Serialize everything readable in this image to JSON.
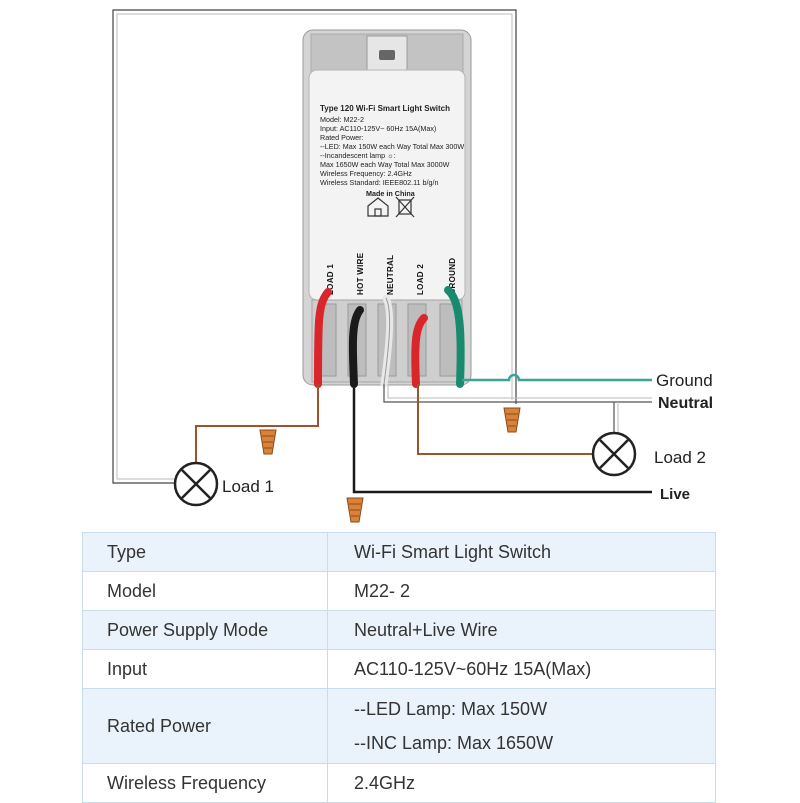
{
  "device": {
    "title": "Type 120 Wi-Fi Smart Light Switch",
    "lines": [
      "Model: M22-2",
      "Input: AC110-125V~ 60Hz  15A(Max)",
      "Rated Power:",
      "--LED: Max 150W each Way Total Max 300W",
      "--Incandescent lamp ☼:",
      "Max 1650W each Way Total Max 3000W",
      "Wireless Frequency: 2.4GHz",
      "Wireless Standard: IEEE802.11 b/g/n"
    ],
    "made_in": "Made in China",
    "terminals": [
      "LOAD 1",
      "HOT WIRE",
      "NEUTRAL",
      "LOAD 2",
      "GROUND"
    ]
  },
  "wires": {
    "ground": "Ground",
    "neutral": "Neutral",
    "live": "Live",
    "load1": "Load 1",
    "load2": "Load 2"
  },
  "colors": {
    "red": "#d9262c",
    "green": "#1a8a6e",
    "black": "#1a1a1a",
    "brown": "#a0522d",
    "teal": "#3aa3a0",
    "nut": "#d9823a",
    "table_border": "#c9dcee",
    "table_alt": "#eaf3fc"
  },
  "specs": [
    {
      "label": "Type",
      "values": [
        "Wi-Fi Smart Light Switch"
      ]
    },
    {
      "label": "Model",
      "values": [
        "M22- 2"
      ]
    },
    {
      "label": "Power Supply Mode",
      "values": [
        "Neutral+Live Wire"
      ]
    },
    {
      "label": "Input",
      "values": [
        "AC110-125V~60Hz  15A(Max)"
      ]
    },
    {
      "label": "Rated Power",
      "values": [
        "--LED Lamp: Max 150W",
        "--INC Lamp: Max 1650W"
      ]
    },
    {
      "label": "Wireless Frequency",
      "values": [
        "2.4GHz"
      ]
    }
  ]
}
